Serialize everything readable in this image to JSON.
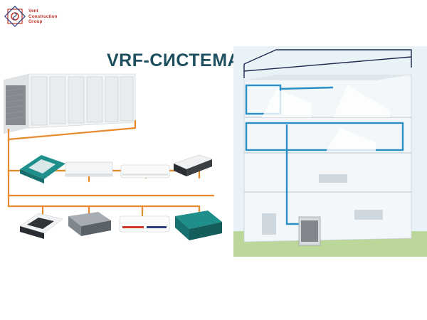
{
  "brand": {
    "line1": "Vent",
    "line2": "Construction",
    "line3": "Group",
    "color": "#c0392b"
  },
  "title": "VRF-СИСТЕМА",
  "colors": {
    "title": "#1d4f5e",
    "pipe": "#e8892b",
    "duct": "#2a8fc7",
    "unit_teal": "#1f8f8c"
  },
  "icons": [
    "logo-icon",
    "outdoor-unit-icon",
    "indoor-unit-icon",
    "building-icon"
  ]
}
